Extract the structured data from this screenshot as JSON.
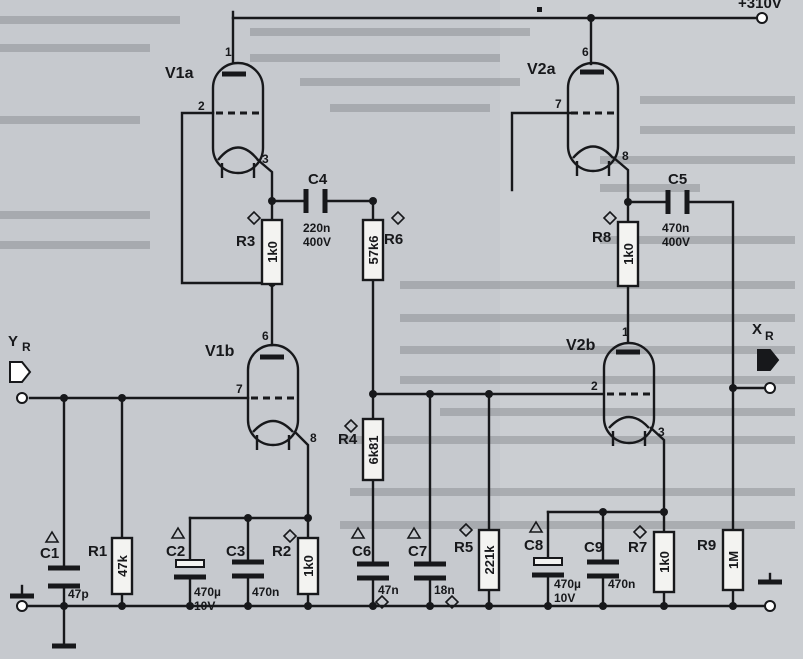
{
  "tubes": {
    "v1a": {
      "label": "V1a",
      "pins": [
        "1",
        "2",
        "3"
      ]
    },
    "v1b": {
      "label": "V1b",
      "pins": [
        "6",
        "7",
        "8"
      ]
    },
    "v2a": {
      "label": "V2a",
      "pins": [
        "6",
        "7",
        "8"
      ]
    },
    "v2b": {
      "label": "V2b",
      "pins": [
        "1",
        "2",
        "3"
      ]
    }
  },
  "resistors": {
    "r1": {
      "label": "R1",
      "value": "47k"
    },
    "r2": {
      "label": "R2",
      "value": "1k0"
    },
    "r3": {
      "label": "R3",
      "value": "1k0"
    },
    "r4": {
      "label": "R4",
      "value": "6k81"
    },
    "r5": {
      "label": "R5",
      "value": "221k"
    },
    "r6": {
      "label": "R6",
      "value": "57k6"
    },
    "r7": {
      "label": "R7",
      "value": "1k0"
    },
    "r8": {
      "label": "R8",
      "value": "1k0"
    },
    "r9": {
      "label": "R9",
      "value": "1M"
    }
  },
  "capacitors": {
    "c1": {
      "label": "C1",
      "value": "47p"
    },
    "c2": {
      "label": "C2",
      "value": "470µ",
      "voltage": "10V"
    },
    "c3": {
      "label": "C3",
      "value": "470n"
    },
    "c4": {
      "label": "C4",
      "value": "220n",
      "voltage": "400V"
    },
    "c5": {
      "label": "C5",
      "value": "470n",
      "voltage": "400V"
    },
    "c6": {
      "label": "C6",
      "value": "47n"
    },
    "c7": {
      "label": "C7",
      "value": "18n"
    },
    "c8": {
      "label": "C8",
      "value": "470µ",
      "voltage": "10V"
    },
    "c9": {
      "label": "C9",
      "value": "470n"
    }
  },
  "terminals": {
    "input": {
      "label": "Y",
      "subscript": "R"
    },
    "output": {
      "label": "X",
      "subscript": "R"
    },
    "supply": {
      "label": "+310V"
    }
  }
}
